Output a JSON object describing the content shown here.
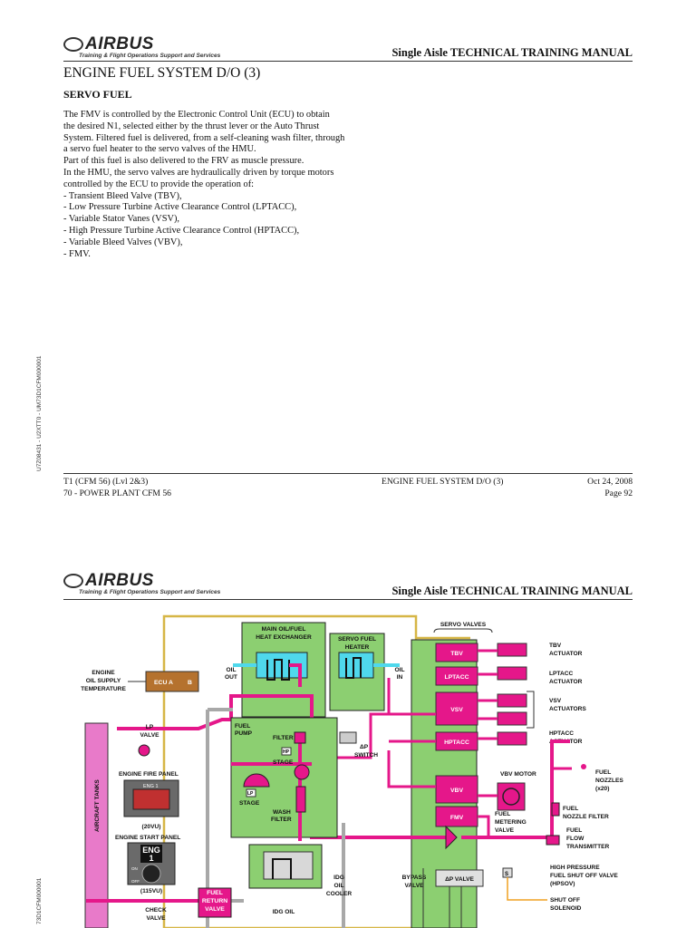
{
  "header": {
    "logo_text": "AIRBUS",
    "logo_subtitle": "Training & Flight Operations Support and Services",
    "manual_title": "Single Aisle TECHNICAL TRAINING MANUAL"
  },
  "page1": {
    "chapter_title": "ENGINE FUEL SYSTEM D/O (3)",
    "section_title": "SERVO FUEL",
    "body_lines": [
      "The FMV is controlled by the Electronic Control Unit (ECU) to obtain",
      "the desired N1, selected either by the thrust lever or the Auto Thrust",
      "System. Filtered fuel is delivered, from a self-cleaning wash filter, through",
      "a servo fuel heater to the servo valves of the HMU.",
      "Part of this fuel is also delivered to the FRV as muscle pressure.",
      "In the HMU, the servo valves are hydraulically driven by torque motors",
      "controlled by the ECU to provide the operation of:",
      "- Transient Bleed Valve (TBV),",
      "- Low Pressure Turbine Active Clearance Control (LPTACC),",
      "- Variable Stator Vanes (VSV),",
      "- High Pressure Turbine Active Clearance Control (HPTACC),",
      "- Variable Bleed Valves (VBV),",
      "- FMV."
    ],
    "side_id": "U7Z08431 - U2XTT0 - UM73D1CFM000001",
    "footer": {
      "left1": "T1 (CFM 56) (Lvl 2&3)",
      "left2": "70 - POWER PLANT CFM 56",
      "center": "ENGINE FUEL SYSTEM D/O (3)",
      "date": "Oct 24, 2008",
      "page": "Page 92"
    }
  },
  "page2": {
    "side_id": "73D1CFM000001"
  },
  "diagram": {
    "labels": {
      "main_oil_fuel_1": "MAIN OIL/FUEL",
      "main_oil_fuel_2": "HEAT EXCHANGER",
      "servo_heater_1": "SERVO FUEL",
      "servo_heater_2": "HEATER",
      "servo_valves": "SERVO VALVES",
      "oil_out_1": "OIL",
      "oil_out_2": "OUT",
      "oil_in_1": "OIL",
      "oil_in_2": "IN",
      "engine_oil_1": "ENGINE",
      "engine_oil_2": "OIL SUPPLY",
      "engine_oil_3": "TEMPERATURE",
      "ecu_a": "ECU A",
      "ecu_b": "B",
      "lp_valve_1": "LP",
      "lp_valve_2": "VALVE",
      "fuel_pump_1": "FUEL",
      "fuel_pump_2": "PUMP",
      "filter": "FILTER",
      "hp": "HP",
      "stage": "STAGE",
      "dp_switch_1": "ΔP",
      "dp_switch_2": "SWITCH",
      "lp_stage_box": "LP",
      "lp_stage": "STAGE",
      "wash_filter_1": "WASH",
      "wash_filter_2": "FILTER",
      "engine_fire_panel": "ENGINE FIRE PANEL",
      "eng1_small": "ENG 1",
      "vu20": "(20VU)",
      "engine_start_panel": "ENGINE START PANEL",
      "eng_big_1": "ENG",
      "eng_big_2": "1",
      "on": "ON",
      "off": "OFF",
      "vu115": "(115VU)",
      "aircraft_tanks": "AIRCRAFT TANKS",
      "check_valve_1": "CHECK",
      "check_valve_2": "VALVE",
      "frv_1": "FUEL",
      "frv_2": "RETURN",
      "frv_3": "VALVE",
      "idg_oil_cooler_1": "IDG",
      "idg_oil_cooler_2": "OIL",
      "idg_oil_cooler_3": "COOLER",
      "idg_oil": "IDG OIL",
      "bypass_valve_1": "BYPASS",
      "bypass_valve_2": "VALVE",
      "dp_valve": "ΔP VALVE",
      "tbv": "TBV",
      "lptacc": "LPTACC",
      "vsv": "VSV",
      "hptacc": "HPTACC",
      "vbv": "VBV",
      "fmv": "FMV",
      "tbv_act_1": "TBV",
      "tbv_act_2": "ACTUATOR",
      "lptacc_act_1": "LPTACC",
      "lptacc_act_2": "ACTUATOR",
      "vsv_act_1": "VSV",
      "vsv_act_2": "ACTUATORS",
      "hptacc_act_1": "HPTACC",
      "hptacc_act_2": "ACTUATOR",
      "vbv_motor": "VBV MOTOR",
      "fuel_nozzles_1": "FUEL",
      "fuel_nozzles_2": "NOZZLES",
      "fuel_nozzles_3": "(x20)",
      "fuel_nozzle_filter_1": "FUEL",
      "fuel_nozzle_filter_2": "NOZZLE FILTER",
      "fuel_flow_1": "FUEL",
      "fuel_flow_2": "FLOW",
      "fuel_flow_3": "TRANSMITTER",
      "fuel_metering_1": "FUEL",
      "fuel_metering_2": "METERING",
      "fuel_metering_3": "VALVE",
      "hpsov_1": "HIGH PRESSURE",
      "hpsov_2": "FUEL SHUT OFF VALVE",
      "hpsov_3": "(HPSOV)",
      "s_box": "S",
      "shutoff_1": "SHUT OFF",
      "shutoff_2": "SOLENOID"
    }
  }
}
